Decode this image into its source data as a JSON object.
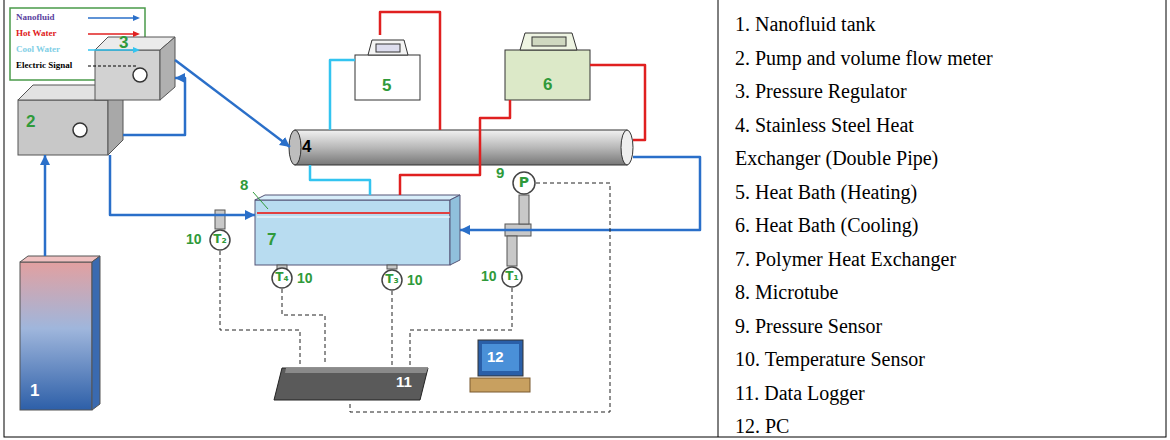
{
  "diagram": {
    "nodes": [
      {
        "text": [
          "1"
        ]
      },
      {
        "text": [
          "2"
        ]
      },
      {
        "text": [
          "3"
        ]
      },
      {
        "text": [
          "4"
        ]
      },
      {
        "text": [
          "5"
        ]
      },
      {
        "text": [
          "6"
        ]
      },
      {
        "text": [
          "7"
        ]
      },
      {
        "text": [
          "P"
        ]
      },
      {
        "text": [
          "T₂"
        ]
      },
      {
        "text": [
          "T₄"
        ]
      },
      {
        "text": [
          "T₃"
        ]
      },
      {
        "text": [
          "T₁"
        ]
      },
      {
        "text": [
          "11"
        ]
      },
      {
        "text": [
          "12"
        ]
      }
    ],
    "edges": [
      {
        "from": 0,
        "to": 1,
        "arrow": "to"
      },
      {
        "from": 1,
        "to": 2,
        "arrow": "to"
      },
      {
        "from": 2,
        "to": 3,
        "arrow": "to"
      },
      {
        "from": 3,
        "to": 6,
        "arrow": "to"
      },
      {
        "from": 1,
        "to": 6,
        "arrow": "to"
      },
      {
        "from": 4,
        "to": 3,
        "arrow": "none"
      },
      {
        "from": 5,
        "to": 3,
        "arrow": "none"
      },
      {
        "from": 5,
        "to": 6,
        "arrow": "none"
      },
      {
        "from": 3,
        "to": 4,
        "arrow": "none"
      },
      {
        "from": 3,
        "to": 6,
        "arrow": "none"
      },
      {
        "from": 8,
        "to": 12,
        "arrow": "none"
      },
      {
        "from": 9,
        "to": 12,
        "arrow": "none"
      },
      {
        "from": 10,
        "to": 12,
        "arrow": "none"
      },
      {
        "from": 11,
        "to": 12,
        "arrow": "none"
      },
      {
        "from": 7,
        "to": 12,
        "arrow": "none"
      }
    ],
    "labels": [
      "8",
      "9",
      "10",
      "10",
      "10",
      "10",
      "1. Nanofluid tank",
      "2. Pump and volume flow meter",
      "3. Pressure Regulator",
      "4. Stainless Steel Heat Exchanger (Double Pipe)",
      "5. Heat Bath (Heating)",
      "6. Heat Bath (Cooling)",
      "7. Polymer Heat Exchanger",
      "8. Microtube",
      "9. Pressure Sensor",
      "10. Temperature Sensor",
      "11. Data Logger",
      "12. PC"
    ],
    "legend": [
      {
        "text": "Nanofluid"
      },
      {
        "text": "Hot Water"
      },
      {
        "text": "Cool Water"
      },
      {
        "text": "Electric Signal"
      }
    ]
  }
}
